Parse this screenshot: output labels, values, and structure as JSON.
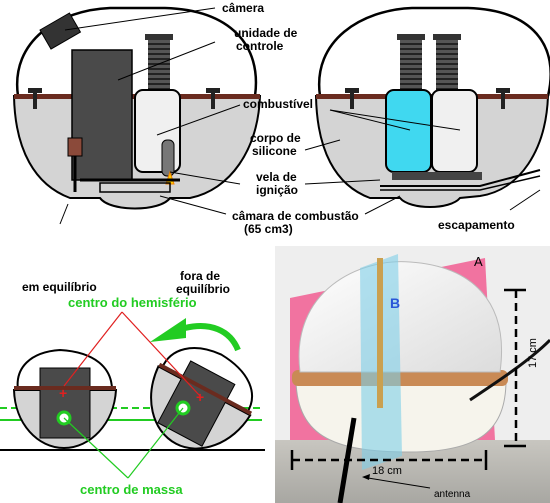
{
  "labels": {
    "camera": "câmera",
    "control_unit_1": "unidade de",
    "control_unit_2": "controle",
    "fuel": "combustível",
    "silicone_1": "corpo de",
    "silicone_2": "silicone",
    "spark_1": "vela de",
    "spark_2": "ignição",
    "chamber_1": "câmara de combustão",
    "chamber_2": "(65 cm3)",
    "exhaust": "escapamento",
    "equilibrium": "em equilíbrio",
    "out_eq_1": "fora de",
    "out_eq_2": "equilíbrio",
    "hemisphere_center": "centro do hemisfério",
    "mass_center": "centro de massa",
    "photo_a": "A",
    "photo_b": "B",
    "height": "17 cm",
    "width": "18 cm",
    "antenna": "antenna"
  },
  "colors": {
    "silicone": "#d4d4d4",
    "dark_unit": "#4a4a4a",
    "fuel_blue": "#40d8f0",
    "rim": "#6a2b1f",
    "green": "#22cc22",
    "red": "#e02020",
    "pink_plane": "#f24a86",
    "blue_plane": "#7ecfe8"
  }
}
